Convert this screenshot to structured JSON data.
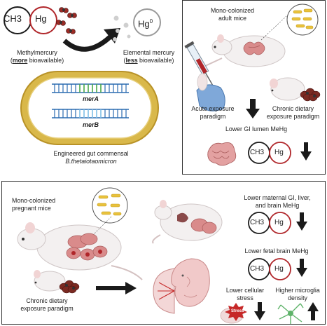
{
  "top_left": {
    "ch3": "CH3",
    "hg": "Hg",
    "hg0": "Hg",
    "hg0_sup": "0",
    "methyl_line1": "Methylmercury",
    "methyl_open": "(",
    "methyl_more": "more",
    "methyl_rest": " bioavailable)",
    "elemental_line1": "Elemental mercury",
    "elemental_open": "(",
    "elemental_less": "less",
    "elemental_rest": " bioavailable)",
    "gene_a": "merA",
    "gene_b": "merB",
    "commensal_line1": "Engineered gut commensal",
    "commensal_line2": "B.thetaiotaomicron"
  },
  "top_right": {
    "mice_line1": "Mono-colonized",
    "mice_line2": "adult mice",
    "acute_line1": "Acute exposure",
    "acute_line2": "paradigm",
    "chronic_line1": "Chronic dietary",
    "chronic_line2": "exposure paradigm",
    "result": "Lower GI lumen MeHg",
    "ch3": "CH3",
    "hg": "Hg"
  },
  "bottom": {
    "pregnant_line1": "Mono-colonized",
    "pregnant_line2": "pregnant mice",
    "chronic_line1": "Chronic dietary",
    "chronic_line2": "exposure paradigm",
    "maternal_line1": "Lower maternal GI, liver,",
    "maternal_line2": "and brain MeHg",
    "fetal": "Lower fetal brain MeHg",
    "stress_line1": "Lower cellular",
    "stress_line2": "stress",
    "stress_label": "Stress",
    "microglia_line1": "Higher microglia",
    "microglia_line2": "density",
    "ch3": "CH3",
    "hg": "Hg"
  },
  "colors": {
    "ch3_ring": "#1a1a1a",
    "hg_ring": "#b0262a",
    "gut": "#d98b8b",
    "bacteria": "#e9c23c",
    "stress": "#c62828",
    "microglia": "#5fb36a"
  }
}
